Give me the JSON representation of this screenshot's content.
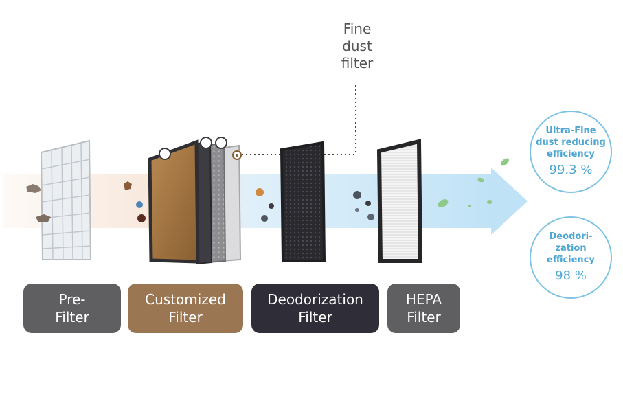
{
  "callout": {
    "lines": [
      "Fine",
      "dust",
      "filter"
    ]
  },
  "filters": [
    {
      "lines": [
        "Pre-",
        "Filter"
      ],
      "color": "#5f5f62"
    },
    {
      "lines": [
        "Customized",
        "Filter"
      ],
      "color": "#9a7652"
    },
    {
      "lines": [
        "Deodorization",
        "Filter"
      ],
      "color": "#2f2e38"
    },
    {
      "lines": [
        "HEPA",
        "Filter"
      ],
      "color": "#5f5f62"
    }
  ],
  "badges": [
    {
      "lines": [
        "Ultra-Fine",
        "dust reducing",
        "efficiency"
      ],
      "value": "99.3 %"
    },
    {
      "lines": [
        "Deodori-",
        "zation",
        "efficiency"
      ],
      "value": "98 %"
    }
  ],
  "colors": {
    "accent": "#4ea6d2",
    "arrow": "#c9e6f6",
    "badge_border": "#7fc3e4"
  }
}
